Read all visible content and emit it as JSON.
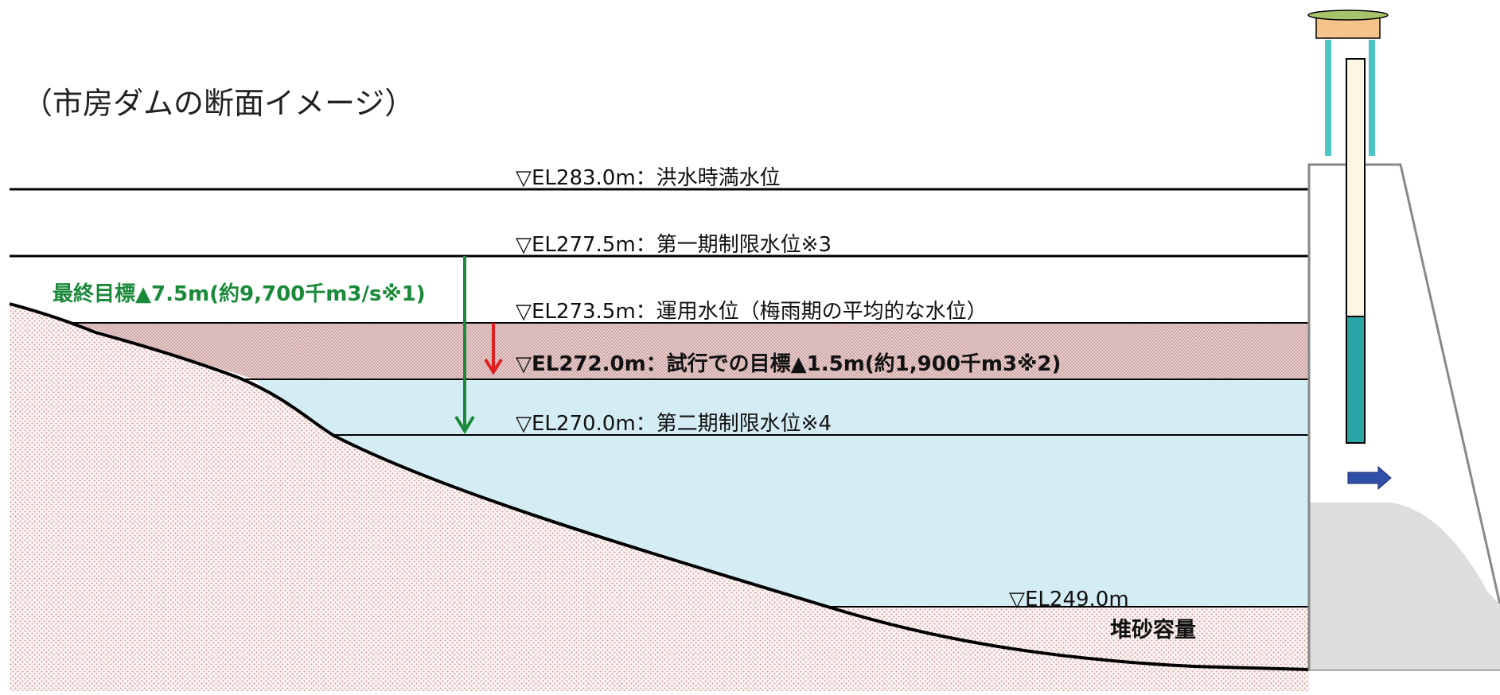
{
  "title": "（市房ダムの断面イメージ）",
  "levels": {
    "flood": "▽EL283.0m：洪水時満水位",
    "limit1": "▽EL277.5m：第一期制限水位※3",
    "operation": "▽EL273.5m：運用水位（梅雨期の平均的な水位）",
    "trial": "▽EL272.0m：試行での目標▲1.5m(約1,900千m3※2)",
    "limit2": "▽EL270.0m：第二期制限水位※4",
    "sediment_level": "▽EL249.0m"
  },
  "final_target": "最終目標▲7.5m(約9,700千m3/s※1)",
  "sediment_label": "堆砂容量",
  "colors": {
    "water": "#d4ecf4",
    "drawdown_band": "#e9cfcf",
    "ground_dots": "#c99a9a",
    "green_arrow": "#1a8a3a",
    "red_arrow": "#e02020",
    "tower_fill": "#2aa6a6",
    "tower_upper": "#fbf7e4",
    "pillars": "#4cc4c4",
    "cap": "#f4c48a",
    "cap_top": "#a8c46a",
    "outlet_arrow": "#2f4fa8",
    "dam_body": "#dddddd"
  },
  "icons": {
    "final_target_arrow": "arrow-down-icon",
    "trial_arrow": "arrow-down-icon",
    "outlet": "arrow-right-icon"
  }
}
